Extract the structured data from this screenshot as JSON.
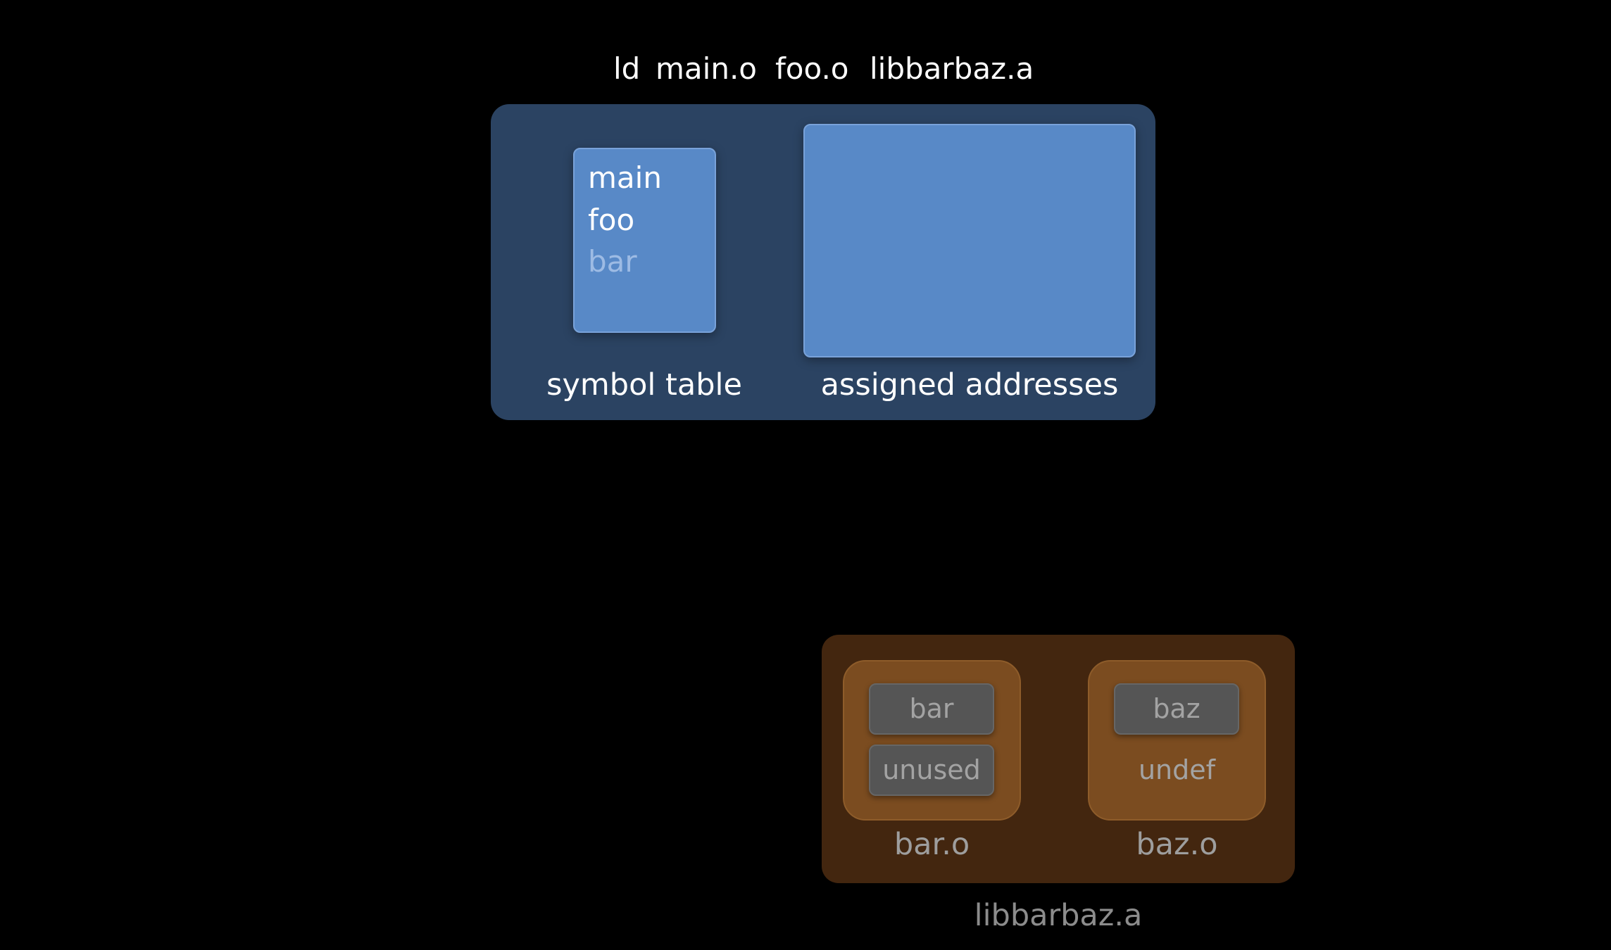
{
  "command": {
    "tool": "ld",
    "args": [
      "main.o",
      "foo.o",
      "libbarbaz.a"
    ]
  },
  "linker": {
    "symbol_table": {
      "label": "symbol table",
      "symbols": [
        {
          "name": "main",
          "state": "resolved"
        },
        {
          "name": "foo",
          "state": "resolved"
        },
        {
          "name": "bar",
          "state": "unresolved"
        }
      ]
    },
    "addresses": {
      "label": "assigned addresses"
    }
  },
  "archive": {
    "label": "libbarbaz.a",
    "objects": [
      {
        "label": "bar.o",
        "entries": [
          "bar",
          "unused"
        ]
      },
      {
        "label": "baz.o",
        "entries": [
          "baz",
          "undef"
        ]
      }
    ]
  },
  "colors": {
    "background": "#000000",
    "linker_panel": "#2b4362",
    "linker_box": "#5889c7",
    "archive_panel": "#43260f",
    "object_box": "#7b4c20",
    "symbol_chip": "#555555"
  }
}
